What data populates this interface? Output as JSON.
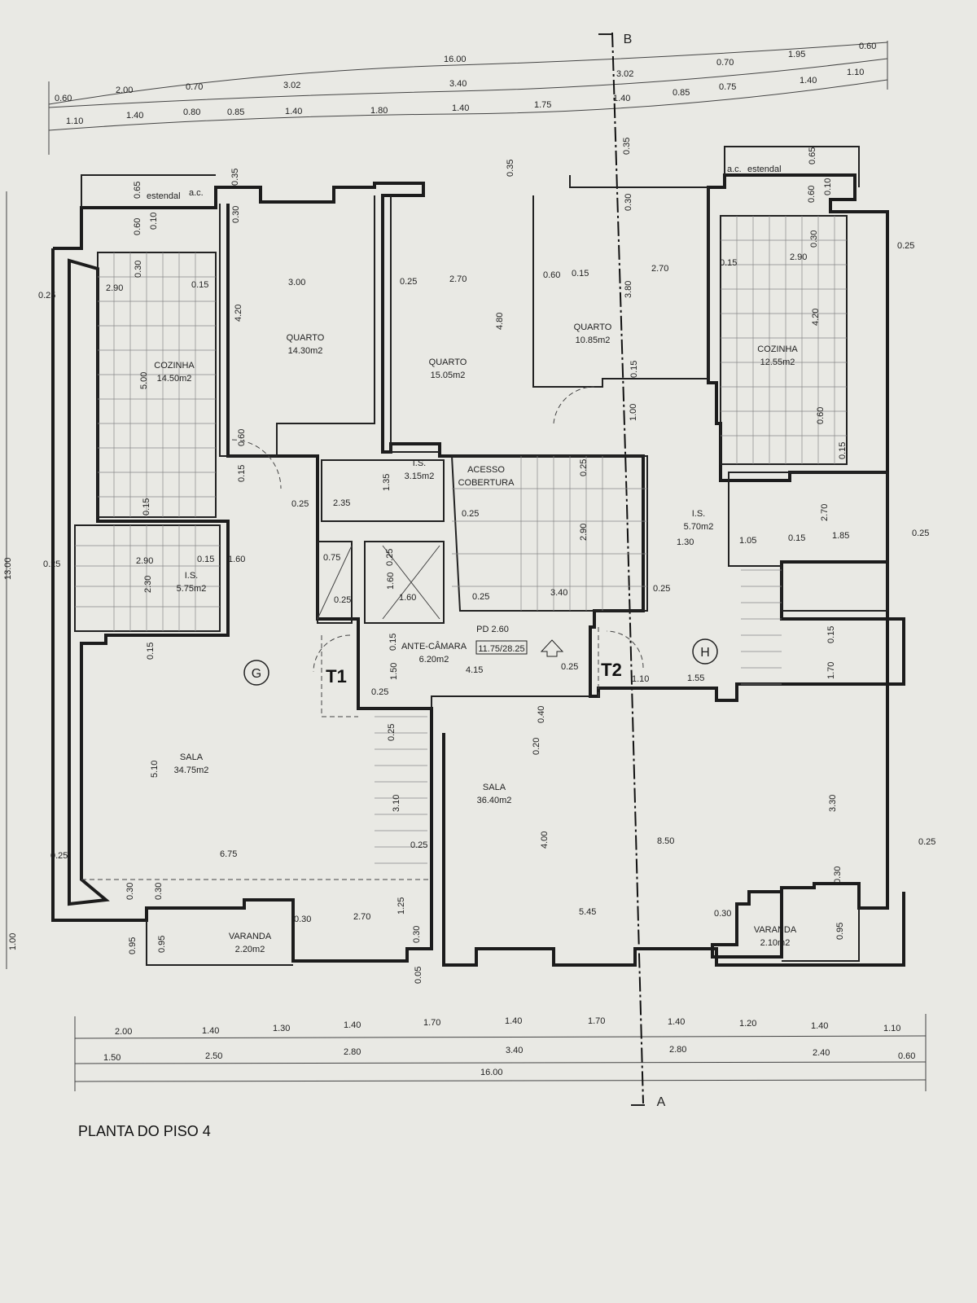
{
  "title": "PLANTA DO PISO 4",
  "section_marks": {
    "top": "B",
    "bottom": "A"
  },
  "rooms": [
    {
      "name": "COZINHA",
      "area": "14.50m2"
    },
    {
      "name": "QUARTO",
      "area": "14.30m2"
    },
    {
      "name": "QUARTO",
      "area": "15.05m2"
    },
    {
      "name": "QUARTO",
      "area": "10.85m2"
    },
    {
      "name": "COZINHA",
      "area": "12.55m2"
    },
    {
      "name": "I.S.",
      "area": "3.15m2"
    },
    {
      "name": "ACESSO",
      "area": "COBERTURA"
    },
    {
      "name": "I.S.",
      "area": "5.75m2"
    },
    {
      "name": "I.S.",
      "area": "5.70m2"
    },
    {
      "name": "ANTE-CÂMARA",
      "area": "6.20m2"
    },
    {
      "name": "SALA",
      "area": "34.75m2"
    },
    {
      "name": "SALA",
      "area": "36.40m2"
    },
    {
      "name": "VARANDA",
      "area": "2.20m2"
    },
    {
      "name": "VARANDA",
      "area": "2.10m2"
    }
  ],
  "markers": {
    "pd": "PD 2.60",
    "ratio": "11.75/28.25",
    "t1": "T1",
    "t2": "T2",
    "g": "G",
    "h": "H"
  },
  "misc_labels": [
    "estendal",
    "a.c.",
    "estendal",
    "a.c."
  ],
  "dims_top": [
    "16.00",
    "0.60",
    "2.00",
    "0.70",
    "3.02",
    "3.40",
    "3.02",
    "0.70",
    "1.95",
    "0.60",
    "1.10",
    "1.40",
    "0.80",
    "0.85",
    "1.40",
    "1.80",
    "1.40",
    "1.75",
    "1.40",
    "0.85",
    "0.75",
    "1.40",
    "1.10"
  ],
  "dims_bottom": [
    "2.00",
    "1.40",
    "1.30",
    "1.40",
    "1.70",
    "1.40",
    "1.70",
    "1.40",
    "1.20",
    "1.40",
    "1.10",
    "1.50",
    "2.50",
    "2.80",
    "3.40",
    "2.80",
    "2.40",
    "0.60",
    "16.00"
  ],
  "dims_interior": [
    "3.00",
    "4.20",
    "0.25",
    "2.70",
    "4.80",
    "0.60",
    "0.15",
    "2.70",
    "3.80",
    "0.15",
    "2.90",
    "4.20",
    "2.90",
    "5.00",
    "0.15",
    "0.25",
    "0.60",
    "0.15",
    "0.25",
    "2.35",
    "1.35",
    "0.25",
    "0.25",
    "2.90",
    "1.60",
    "0.15",
    "2.90",
    "2.30",
    "0.25",
    "0.75",
    "0.25",
    "0.25",
    "1.60",
    "1.60",
    "0.25",
    "3.40",
    "0.25",
    "1.30",
    "1.05",
    "0.15",
    "1.85",
    "2.70",
    "0.25",
    "0.25",
    "0.15",
    "0.15",
    "1.50",
    "4.15",
    "0.25",
    "1.10",
    "1.55",
    "1.70",
    "0.15",
    "0.25",
    "0.40",
    "0.20",
    "0.25",
    "3.10",
    "0.25",
    "5.10",
    "6.75",
    "0.25",
    "8.50",
    "0.25",
    "3.30",
    "4.00",
    "0.30",
    "0.30",
    "0.30",
    "0.30",
    "2.70",
    "1.25",
    "0.30",
    "0.05",
    "0.95",
    "0.95",
    "5.45",
    "0.30",
    "0.95",
    "0.35",
    "0.30",
    "0.65",
    "0.60",
    "0.10",
    "0.30",
    "0.35",
    "0.35",
    "0.30",
    "0.65",
    "0.60",
    "0.10",
    "0.30",
    "1.00",
    "0.15",
    "0.60",
    "0.15",
    "0.15",
    "13.00",
    "1.00"
  ]
}
